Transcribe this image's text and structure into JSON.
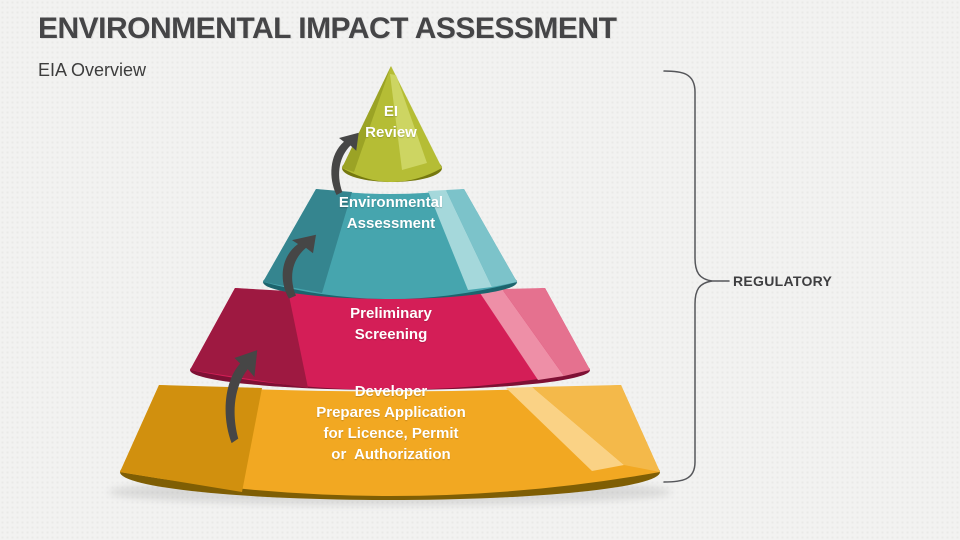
{
  "slide": {
    "title": "ENVIRONMENTAL IMPACT ASSESSMENT",
    "subtitle": "EIA Overview"
  },
  "pyramid": {
    "tiers": [
      {
        "id": "ei-review",
        "lines": [
          "EI",
          "Review"
        ],
        "color": "#b5bd35",
        "light": "#cdd562",
        "dark": "#9ba325",
        "rim": "#75780f"
      },
      {
        "id": "environmental-assessment",
        "lines": [
          "Environmental",
          "Assessment"
        ],
        "color": "#46a5ae",
        "light": "#a5d8db",
        "mid": "#7cc3ca",
        "dark": "#35858f",
        "rim": "#1c646d"
      },
      {
        "id": "preliminary-screening",
        "lines": [
          "Preliminary",
          "Screening"
        ],
        "color": "#d41e57",
        "light": "#ee8fa7",
        "mid": "#e5718f",
        "dark": "#9e1941",
        "rim": "#7e1034"
      },
      {
        "id": "developer-prepares-application",
        "lines": [
          "Developer",
          "Prepares Application",
          "for Licence, Permit",
          "or  Authorization"
        ],
        "color": "#f2a822",
        "light": "#fad285",
        "mid": "#f4b94a",
        "dark": "#d1900e",
        "rim": "#7f5e04"
      }
    ],
    "arrow_color": "#464646"
  },
  "bracket": {
    "label": "REGULATORY",
    "line_color": "#55565a"
  }
}
